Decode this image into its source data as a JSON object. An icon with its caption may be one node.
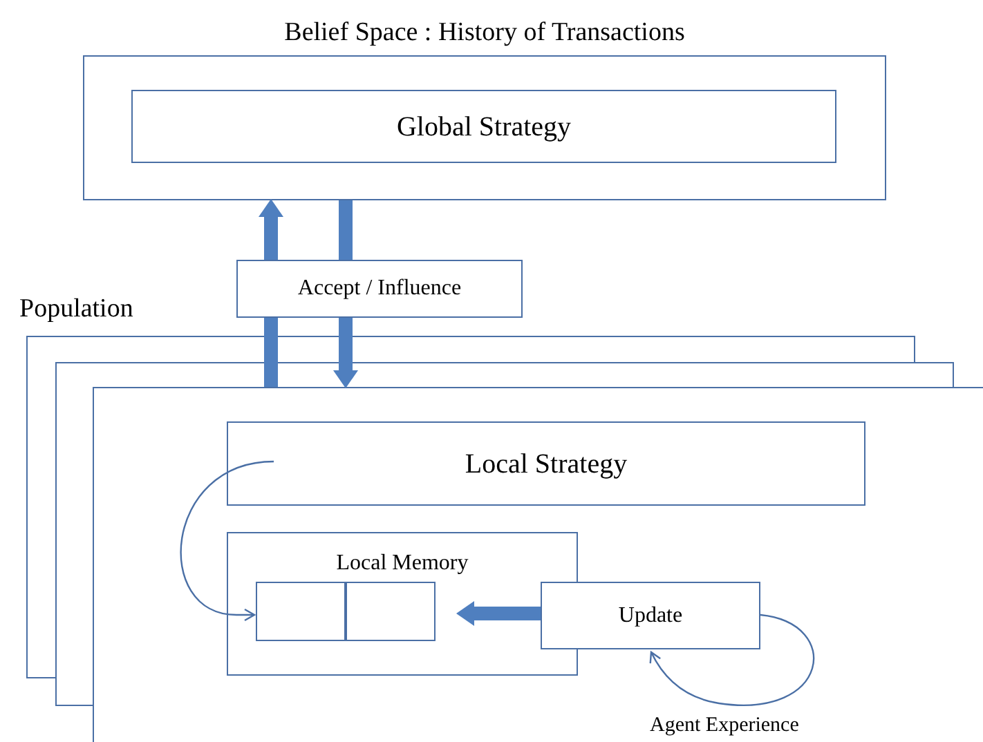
{
  "diagram": {
    "nodes": [
      {
        "text": [
          "Belief Space : History of Transactions"
        ]
      },
      {
        "text": [
          "Global Strategy"
        ],
        "in": 0
      },
      {
        "text": [
          "Accept / Influence"
        ]
      },
      {
        "text": [],
        "shape": "box"
      },
      {
        "text": [
          "Local Strategy"
        ],
        "in": 3
      },
      {
        "text": [
          "Local Memory"
        ],
        "in": 3
      },
      {
        "text": [],
        "shape": "box",
        "in": 5
      },
      {
        "text": [],
        "shape": "box",
        "in": 5
      },
      {
        "text": [
          "Update"
        ],
        "in": 3
      }
    ],
    "edges": [
      {
        "from": 3,
        "to": 2,
        "arrow": "none"
      },
      {
        "from": 2,
        "to": 0,
        "arrow": "to"
      },
      {
        "from": 0,
        "to": 2,
        "arrow": "none"
      },
      {
        "from": 2,
        "to": 3,
        "arrow": "to"
      },
      {
        "from": 4,
        "to": 6,
        "arrow": "to"
      },
      {
        "from": 8,
        "to": 7,
        "arrow": "to"
      },
      {
        "from": 8,
        "to": 8,
        "arrow": "to",
        "label": "Agent Experience"
      }
    ],
    "labels": [
      "Population"
    ]
  }
}
